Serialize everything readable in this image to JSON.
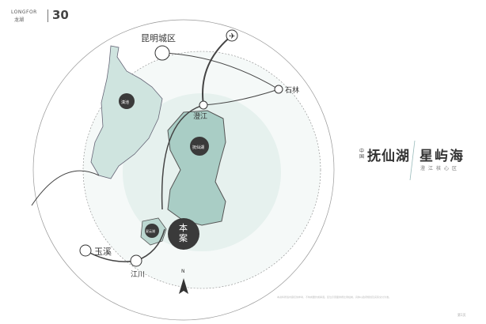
{
  "brand": {
    "logo_en": "LONGFOR",
    "logo_cn": "龙湖",
    "anniversary": "30"
  },
  "title": {
    "prefix": "中国",
    "part1": "抚仙湖",
    "part2": "星屿海",
    "subtitle": "澄江核心区"
  },
  "map": {
    "places": {
      "kunming": "昆明城区",
      "shilin": "石林",
      "chengjiang": "澄江",
      "yuxi": "玉溪",
      "jiangchuan": "江川",
      "project": "本案"
    },
    "lakes": {
      "dianchi": "滇池",
      "fuxian": "抚仙湖",
      "xingyun": "星云湖"
    },
    "north": "N"
  },
  "footer": {
    "disclaimer": "本资料所载内容仅供参考，不构成要约或承诺。区位示意图非按比例绘制，具体以政府规划及实际交付为准。",
    "page": "第1页"
  },
  "colors": {
    "lake": "#8fbdb4",
    "dark": "#3a3a3a",
    "ring": "#e8f2ef"
  }
}
